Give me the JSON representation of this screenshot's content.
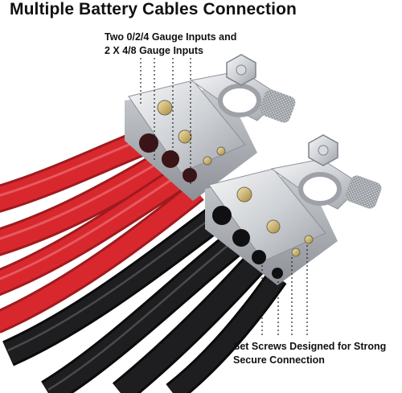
{
  "title": "Multiple Battery Cables Connection",
  "callout_inputs": {
    "line1": "Two 0/2/4 Gauge Inputs and",
    "line2": "2 X 4/8 Gauge Inputs"
  },
  "callout_screws": {
    "line1": "Set Screws Designed for Strong",
    "line2": "Secure Connection"
  },
  "colors": {
    "red_cable": "#d8282e",
    "black_cable": "#1e1e20",
    "terminal": "#d9dbde"
  }
}
